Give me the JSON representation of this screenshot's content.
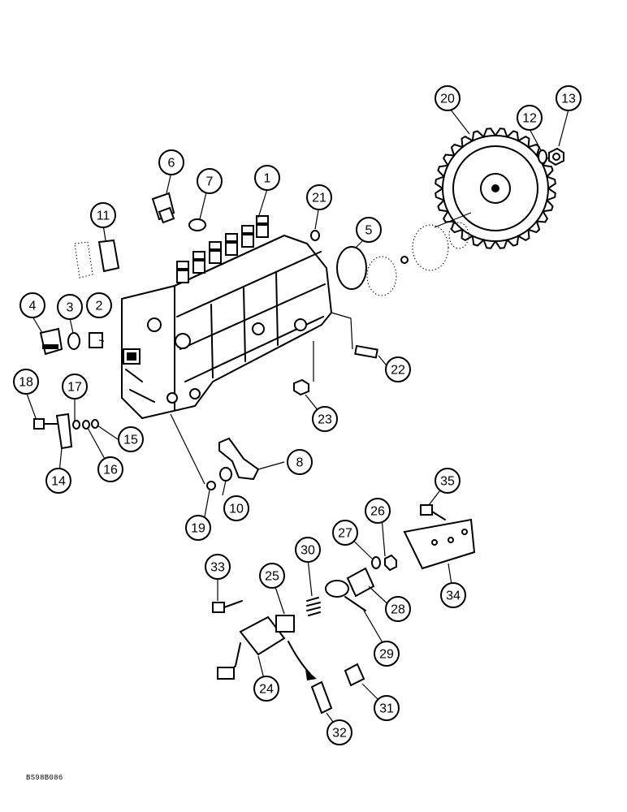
{
  "figure_code": "BS98B086",
  "callouts": [
    "1",
    "2",
    "3",
    "4",
    "5",
    "6",
    "7",
    "8",
    "10",
    "11",
    "12",
    "13",
    "14",
    "15",
    "16",
    "17",
    "18",
    "19",
    "20",
    "21",
    "22",
    "23",
    "24",
    "25",
    "26",
    "27",
    "28",
    "29",
    "30",
    "31",
    "32",
    "33",
    "34",
    "35"
  ]
}
